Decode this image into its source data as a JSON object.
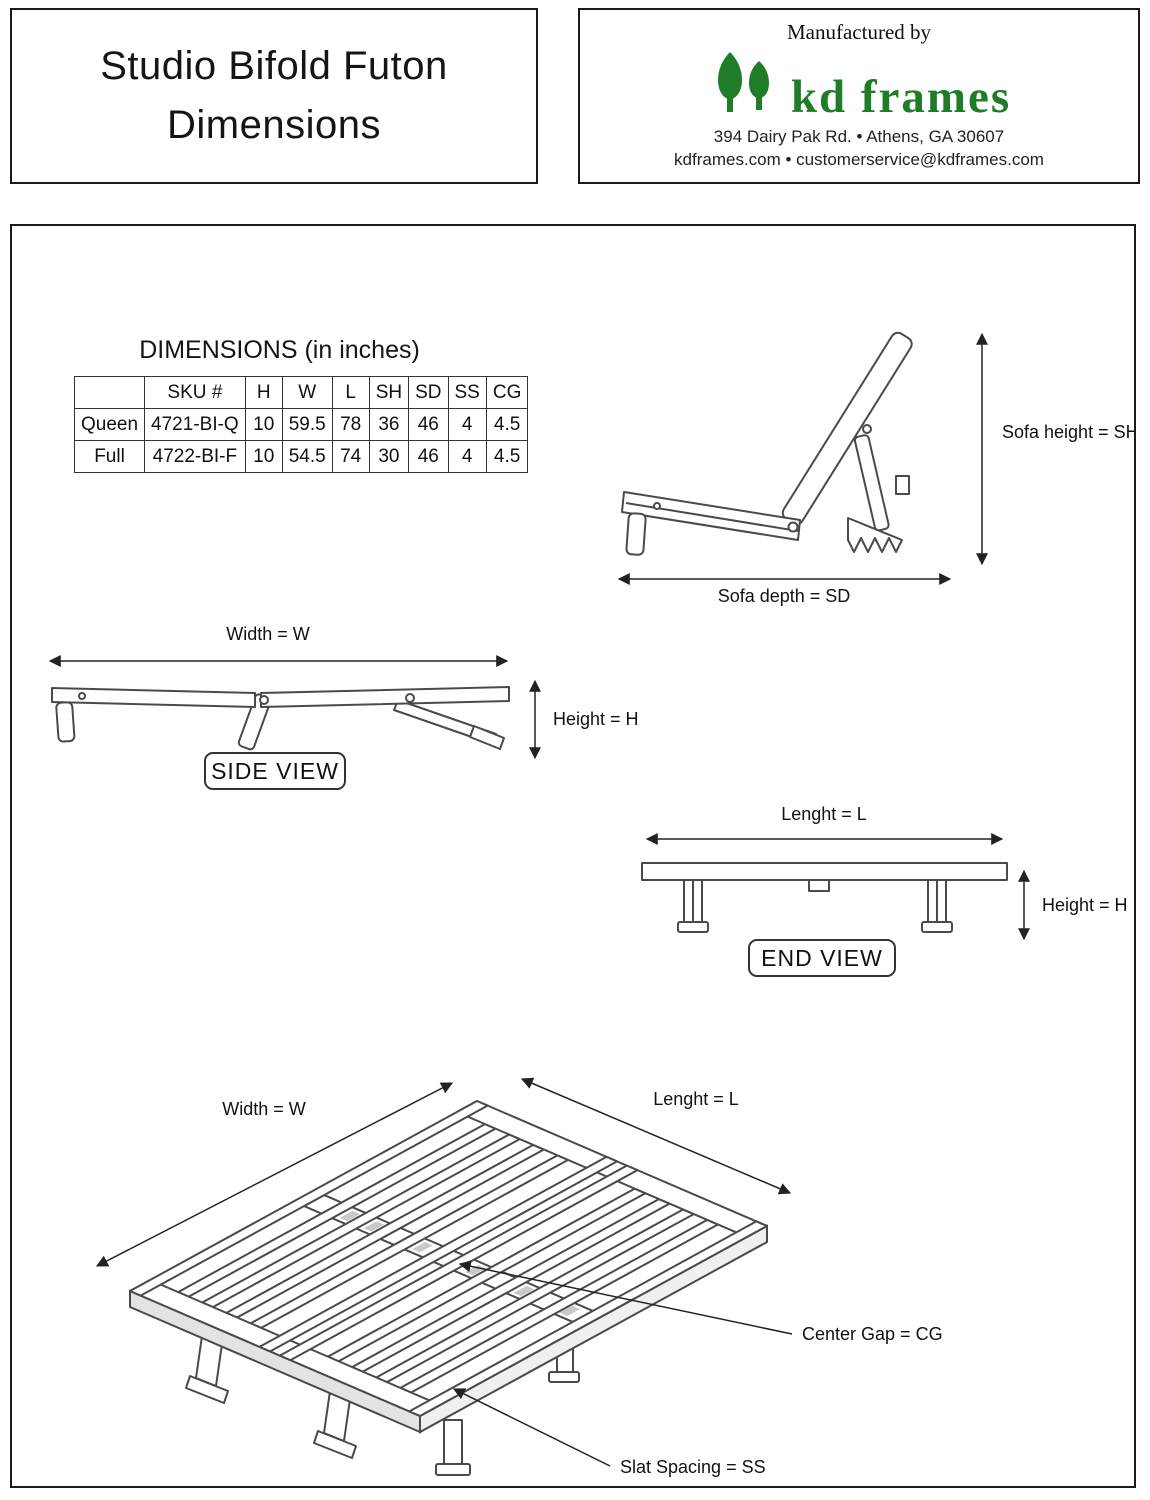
{
  "header": {
    "title_line1": "Studio Bifold Futon",
    "title_line2": "Dimensions",
    "manufactured_by": "Manufactured by",
    "brand": "kd frames",
    "address": "394 Dairy Pak Rd. • Athens, GA  30607",
    "contact": "kdframes.com • customerservice@kdframes.com"
  },
  "dimensions_table": {
    "title": "DIMENSIONS (in inches)",
    "headers": [
      "",
      "SKU #",
      "H",
      "W",
      "L",
      "SH",
      "SD",
      "SS",
      "CG"
    ],
    "rows": [
      [
        "Queen",
        "4721-BI-Q",
        "10",
        "59.5",
        "78",
        "36",
        "46",
        "4",
        "4.5"
      ],
      [
        "Full",
        "4722-BI-F",
        "10",
        "54.5",
        "74",
        "30",
        "46",
        "4",
        "4.5"
      ]
    ]
  },
  "labels": {
    "sofa_height": "Sofa height = SH",
    "sofa_depth": "Sofa depth = SD",
    "width": "Width = W",
    "height": "Height = H",
    "length": "Lenght = L",
    "side_view": "SIDE VIEW",
    "end_view": "END VIEW",
    "center_gap": "Center Gap = CG",
    "slat_spacing": "Slat Spacing = SS"
  },
  "colors": {
    "brand_green": "#1e7d26",
    "line": "#4a4a4a"
  }
}
